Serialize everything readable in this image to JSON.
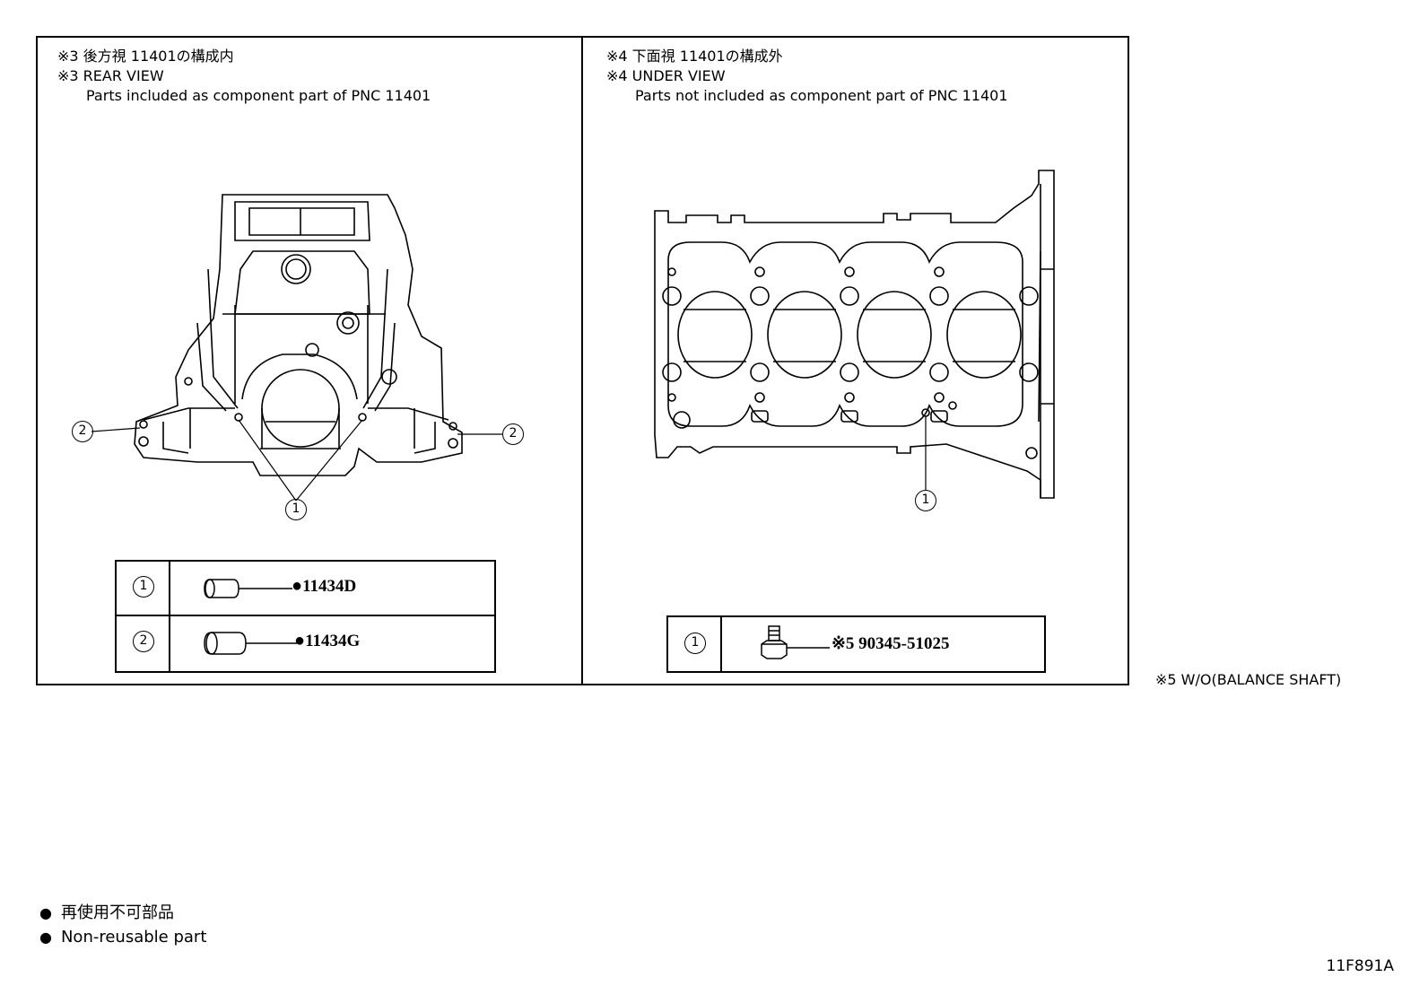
{
  "panels": {
    "rear": {
      "title_jp": "※3 後方視 11401の構成内",
      "title_en": "※3 REAR VIEW",
      "subtitle": "Parts included as component part of PNC 11401",
      "callouts": [
        "2",
        "2",
        "1"
      ],
      "parts": [
        {
          "index": "1",
          "marker": "●",
          "part_no": "11434D",
          "icon": "pin-icon"
        },
        {
          "index": "2",
          "marker": "●",
          "part_no": "11434G",
          "icon": "pin-icon"
        }
      ]
    },
    "under": {
      "title_jp": "※4 下面視 11401の構成外",
      "title_en": "※4 UNDER VIEW",
      "subtitle": "Parts not included as component part of PNC 11401",
      "callouts": [
        "1"
      ],
      "parts": [
        {
          "index": "1",
          "part_no": "※5 90345-51025",
          "icon": "bolt-icon"
        }
      ]
    }
  },
  "footnote": "※5 W/O(BALANCE SHAFT)",
  "legend": {
    "bullet": "●",
    "jp": "再使用不可部品",
    "en": "Non-reusable part"
  },
  "diagram_code": "11F891A"
}
